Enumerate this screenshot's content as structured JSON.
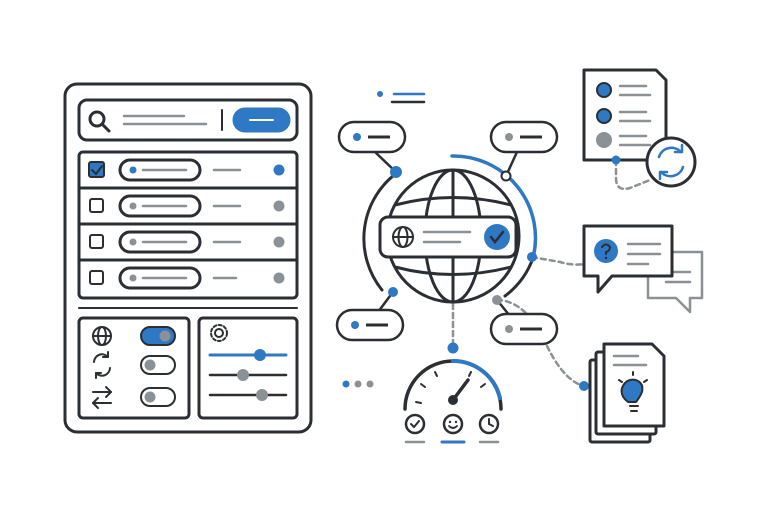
{
  "colors": {
    "ink": "#2b2f33",
    "accent": "#2f78c4",
    "gray": "#8c9196",
    "light": "#c9cdd1",
    "paper": "#ffffff"
  },
  "panel": {
    "search_icon": "search-icon",
    "search_button_icon": "button-pill",
    "rows": [
      {
        "checked": true
      },
      {
        "checked": false
      },
      {
        "checked": false
      },
      {
        "checked": false
      }
    ],
    "toggles": [
      {
        "icon": "globe-icon",
        "on": true
      },
      {
        "icon": "refresh-icon",
        "on": false
      },
      {
        "icon": "swap-arrows-icon",
        "on": false
      }
    ],
    "settings_icon": "gear-icon",
    "sliders": [
      0.58,
      0.42,
      0.62
    ]
  },
  "hub": {
    "icon": "globe-icon",
    "status_icon": "check-circle-icon"
  },
  "gauge": {
    "level": 0.62,
    "status_icons": [
      "check-icon",
      "smiley-icon",
      "clock-icon"
    ]
  },
  "right_column": {
    "checklist_icon": "checklist-document-icon",
    "sync_icon": "sync-icon",
    "chat_icon": "question-chat-icon",
    "ideas_icon": "lightbulb-documents-icon"
  }
}
